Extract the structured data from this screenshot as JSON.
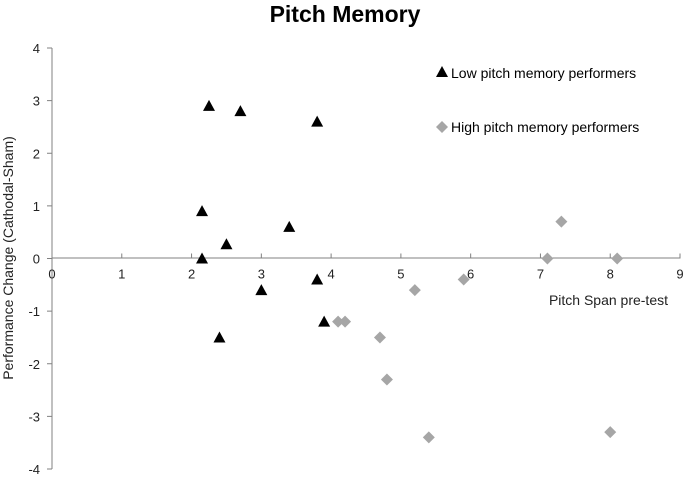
{
  "chart_data": {
    "type": "scatter",
    "title": "Pitch Memory",
    "xlabel": "Pitch Span pre-test",
    "ylabel": "Performance Change (Cathodal-Sham)",
    "xlim": [
      0,
      9
    ],
    "ylim": [
      -4,
      4
    ],
    "x_ticks": [
      "0",
      "1",
      "2",
      "3",
      "4",
      "5",
      "6",
      "7",
      "8",
      "9"
    ],
    "y_ticks": [
      "4",
      "3",
      "2",
      "1",
      "0",
      "-1",
      "-2",
      "-3",
      "-4"
    ],
    "grid": false,
    "legend_position": "top-right",
    "series": [
      {
        "name": "Low pitch memory performers",
        "marker": "triangle",
        "color": "#000000",
        "points": [
          {
            "x": 2.25,
            "y": 2.9
          },
          {
            "x": 2.7,
            "y": 2.8
          },
          {
            "x": 3.8,
            "y": 2.6
          },
          {
            "x": 2.15,
            "y": 0.9
          },
          {
            "x": 3.4,
            "y": 0.6
          },
          {
            "x": 2.5,
            "y": 0.27
          },
          {
            "x": 2.15,
            "y": 0.0
          },
          {
            "x": 3.8,
            "y": -0.4
          },
          {
            "x": 3.0,
            "y": -0.6
          },
          {
            "x": 3.9,
            "y": -1.2
          },
          {
            "x": 2.4,
            "y": -1.5
          }
        ]
      },
      {
        "name": "High pitch memory performers",
        "marker": "diamond",
        "color": "#a6a6a6",
        "points": [
          {
            "x": 7.3,
            "y": 0.7
          },
          {
            "x": 7.1,
            "y": 0.0
          },
          {
            "x": 8.1,
            "y": 0.0
          },
          {
            "x": 5.9,
            "y": -0.4
          },
          {
            "x": 5.2,
            "y": -0.6
          },
          {
            "x": 4.1,
            "y": -1.2
          },
          {
            "x": 4.2,
            "y": -1.2
          },
          {
            "x": 4.7,
            "y": -1.5
          },
          {
            "x": 4.8,
            "y": -2.3
          },
          {
            "x": 5.4,
            "y": -3.4
          },
          {
            "x": 8.0,
            "y": -3.3
          }
        ]
      }
    ]
  }
}
